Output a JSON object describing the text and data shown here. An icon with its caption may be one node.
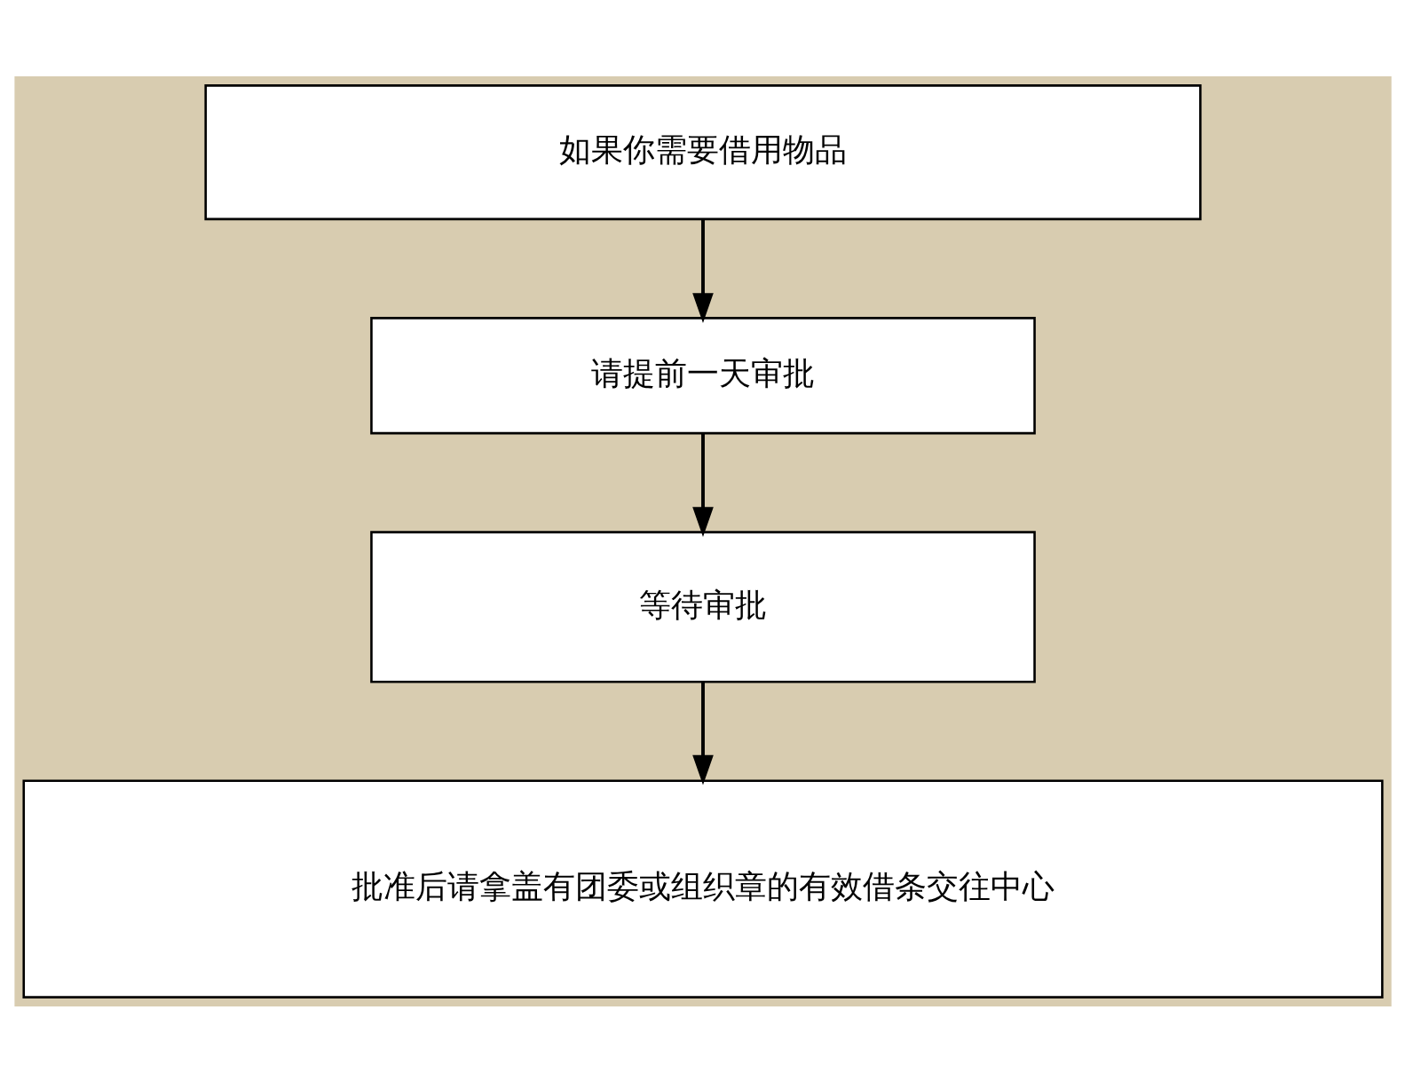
{
  "diagram": {
    "nodes": [
      {
        "text": [
          "如果你需要借用物品"
        ]
      },
      {
        "text": [
          "请提前一天审批"
        ]
      },
      {
        "text": [
          "等待审批"
        ]
      },
      {
        "text": [
          "批准后请拿盖有团委或组织章的有效借条交往中心"
        ]
      }
    ],
    "edges": [
      {
        "from": 0,
        "to": 1,
        "arrow": "to"
      },
      {
        "from": 1,
        "to": 2,
        "arrow": "to"
      },
      {
        "from": 2,
        "to": 3,
        "arrow": "to"
      }
    ]
  }
}
